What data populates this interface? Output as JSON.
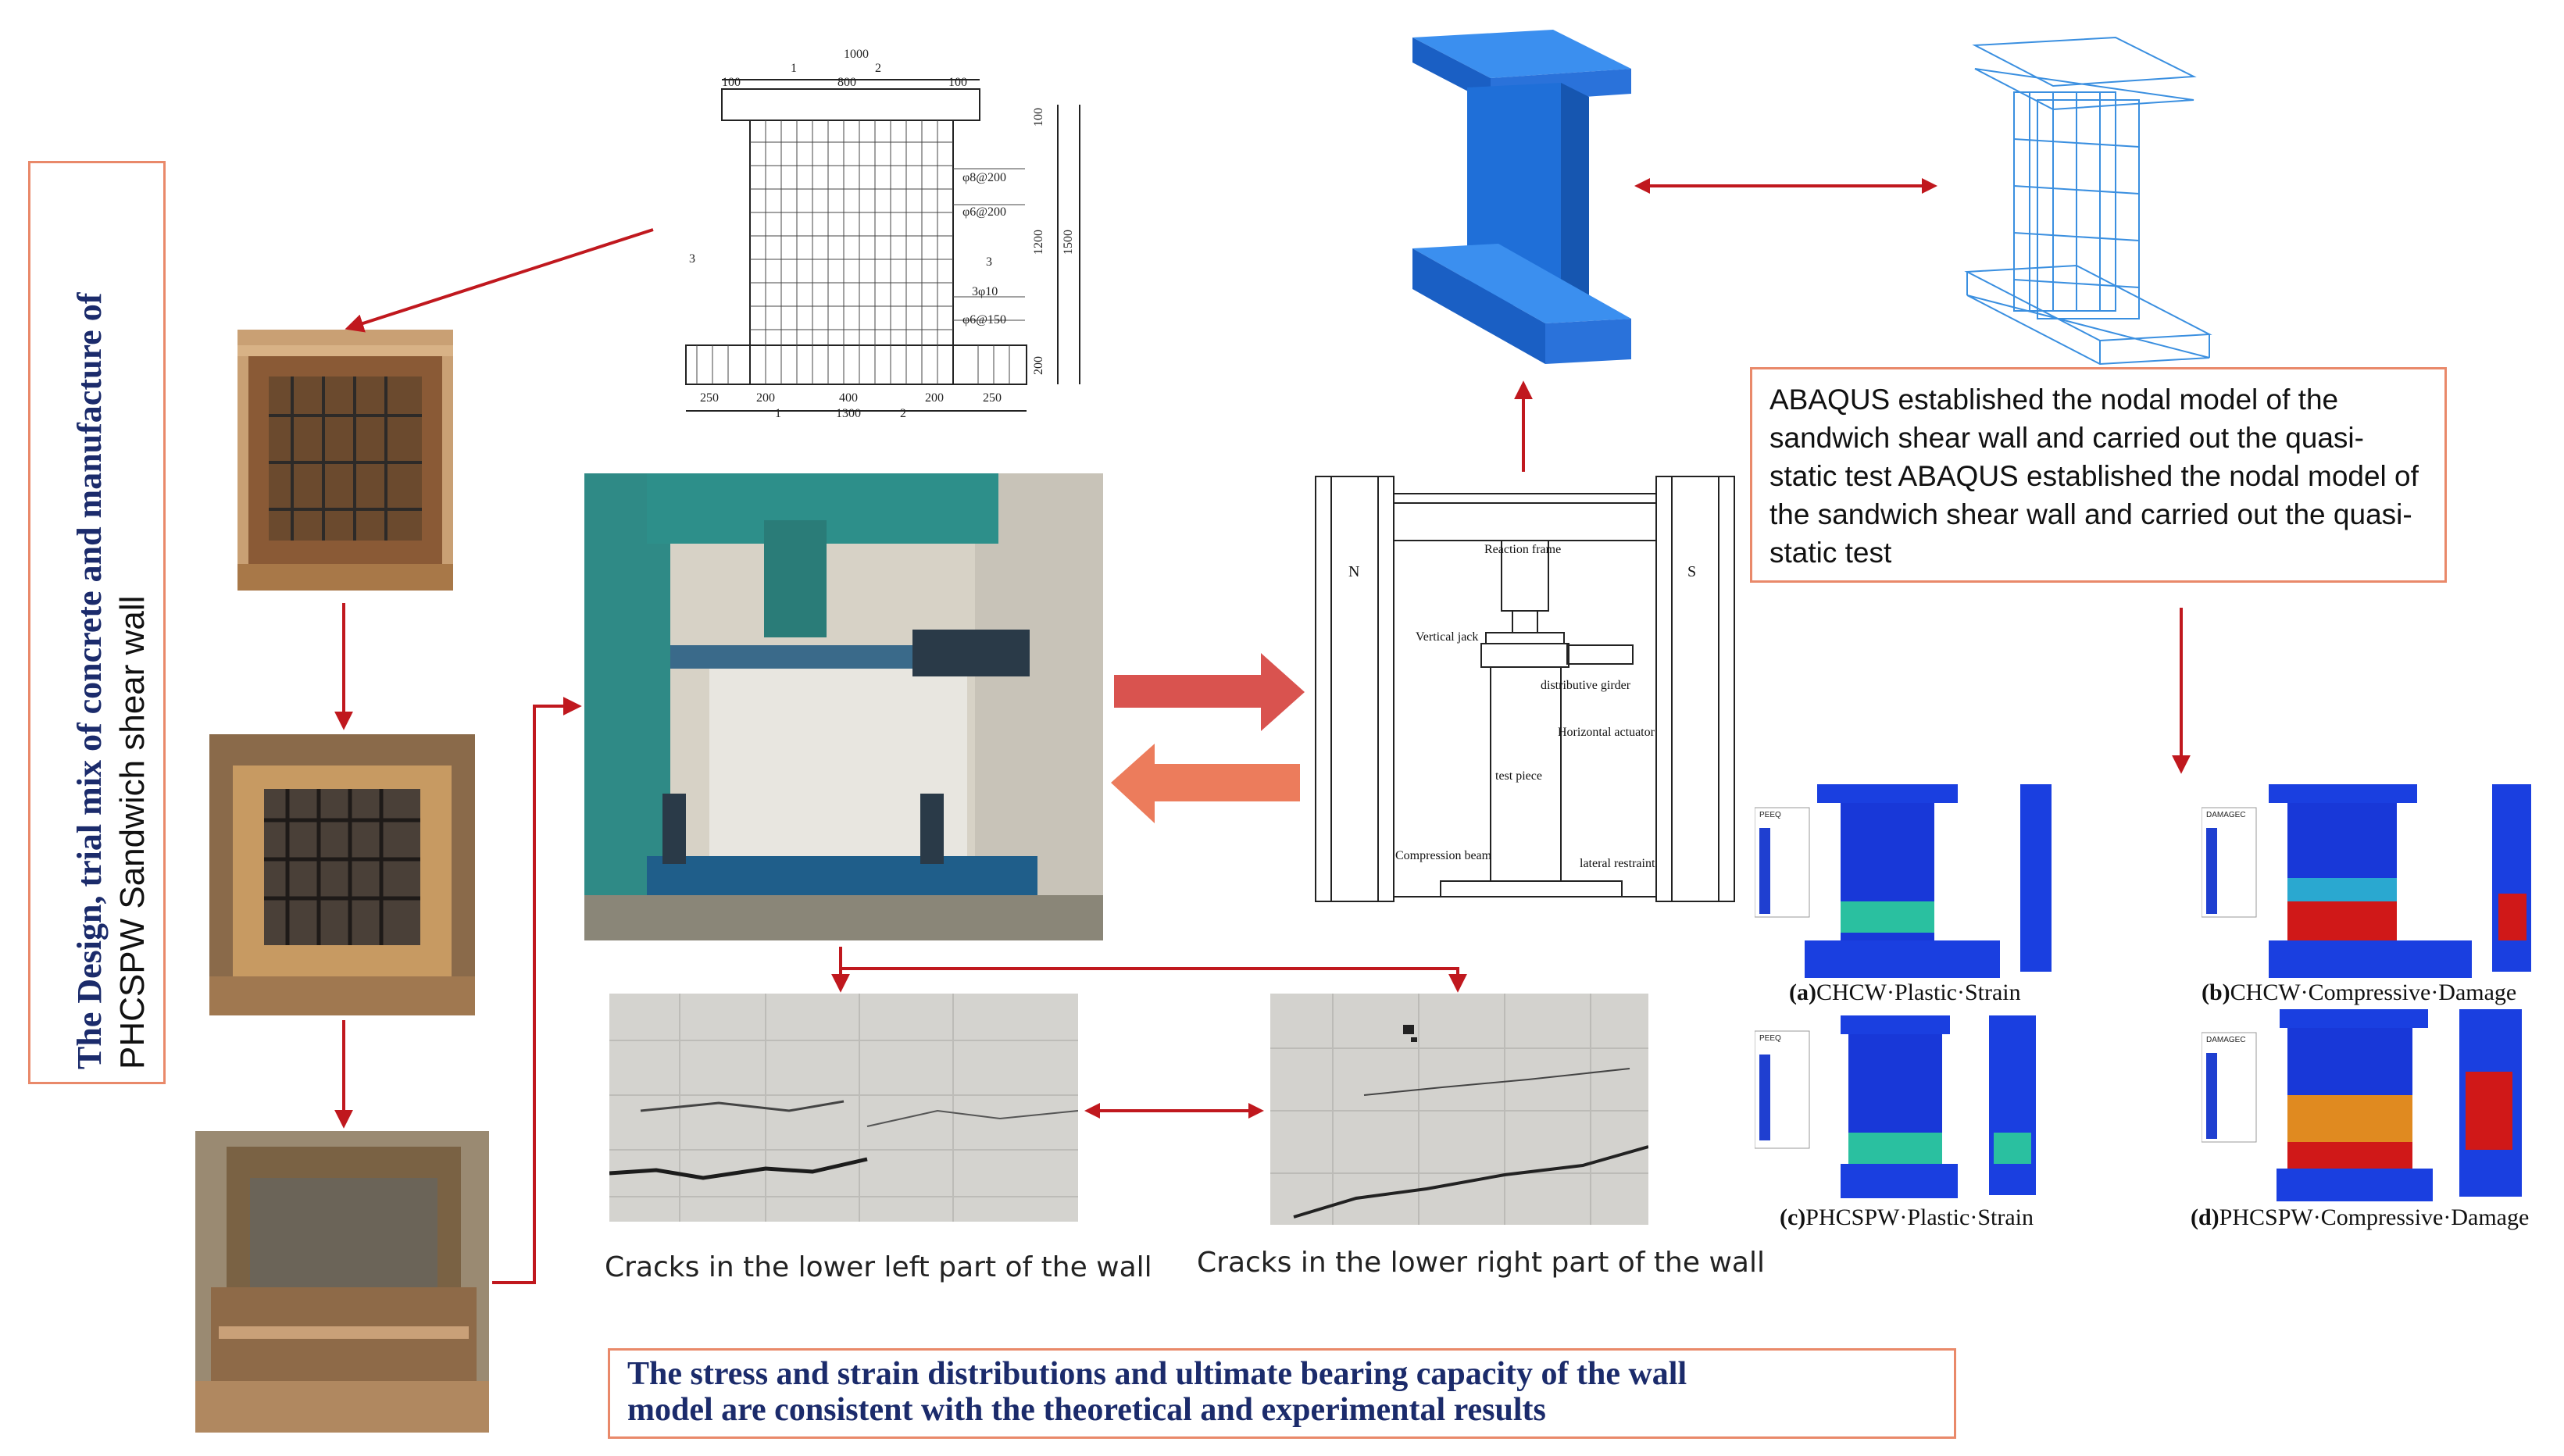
{
  "left_label": {
    "line1": "The Design, trial mix of concrete and manufacture of",
    "line2": "PHCSPW Sandwich shear wall"
  },
  "abaqus_note": "ABAQUS established the nodal model of the sandwich shear wall and carried out the quasi-static test ABAQUS established the nodal model of the sandwich shear wall and carried out the quasi-static test",
  "conclusion": {
    "line1": "The stress and strain distributions and ultimate bearing capacity of the wall",
    "line2": "model are consistent with the theoretical and experimental results"
  },
  "crack_captions": {
    "left": "Cracks in the lower left part of the wall",
    "right": "Cracks in the lower right part of the wall"
  },
  "drawing": {
    "top_total": "1000",
    "top_left": "100",
    "top_mid": "800",
    "top_right": "100",
    "section_1": "1",
    "section_2": "2",
    "section_3": "3",
    "rebar_a": "φ8@200",
    "rebar_b": "φ6@200",
    "rebar_c": "3φ10",
    "rebar_d": "φ6@150",
    "dim_100": "100",
    "dim_1200": "1200",
    "dim_1500": "1500",
    "dim_200": "200",
    "base_a": "250",
    "base_b": "200",
    "base_c": "400",
    "base_d": "200",
    "base_e": "250",
    "base_total": "1300"
  },
  "test_setup": {
    "n": "N",
    "s": "S",
    "reaction_frame": "Reaction frame",
    "vertical_jack": "Vertical jack",
    "distributive_girder": "distributive girder",
    "horizontal_actuator": "Horizontal actuator",
    "test_piece": "test piece",
    "compression_beam": "Compression beam",
    "lateral_restraint": "lateral restraint"
  },
  "fe_results": [
    {
      "tag": "(a)",
      "label": "CHCW·Plastic·Strain",
      "legend_title": "PEEQ"
    },
    {
      "tag": "(b)",
      "label": "CHCW·Compressive·Damage",
      "legend_title": "DAMAGEC"
    },
    {
      "tag": "(c)",
      "label": "PHCSPW·Plastic·Strain",
      "legend_title": "PEEQ"
    },
    {
      "tag": "(d)",
      "label": "PHCSPW·Compressive·Damage",
      "legend_title": "DAMAGEC"
    }
  ],
  "colors": {
    "arrow_dark": "#c0181e",
    "arrow_block_upper": "#d9534f",
    "arrow_block_lower": "#ec7c5c",
    "box_border": "#e9896a",
    "title_blue": "#1b2b6b",
    "model_blue": "#1f6fd8"
  }
}
